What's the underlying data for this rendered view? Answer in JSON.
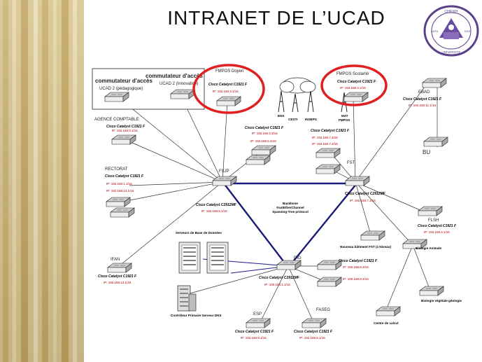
{
  "slide": {
    "title": "INTRANET DE L’UCAD",
    "logo_text": [
      "CHEIKH",
      "ANTA",
      "DIOP",
      "UNIVERSITE"
    ]
  },
  "colors": {
    "ring": "#e02020",
    "backbone": "#1a1a7a",
    "link": "#333333",
    "server_link": "#1a1a8a"
  },
  "diagram": {
    "box": {
      "heading_right": "commutateur d'accès",
      "heading_left": "commutateur d'accès",
      "sub_left": "UCAD 2 (pédagogique)",
      "sub_right": "UCAD 2 (Innovation)"
    },
    "nodes": {
      "fmpos_doyen": {
        "name": "FMPOS Doyen",
        "model": "Cisco Catalyst C1921 F",
        "ip": "IP: 192.168.3.1/16"
      },
      "fmpos_scol": {
        "name": "FMPOS Scolarité",
        "model": "Cisco Catalyst C1921 F",
        "ip": "IP: 192.168.3.1/16"
      },
      "agence": {
        "name": "AGENCE COMPTABLE",
        "model": "Cisco Catalyst C1921 F",
        "ip": "IP: 192.168.0.1/16"
      },
      "rectorat": {
        "name": "RECTORAT",
        "model": "Cisco Catalyst C1921 F",
        "ip1": "IP: 192.168.1.1/16",
        "ip2": "IP: 192.168.13.1/16"
      },
      "fsjp_upper": {
        "model": "Cisco Catalyst C1921 F",
        "ip1": "IP: 192.168.3.3/16",
        "ip2": "IP: 192.168.5.3/16"
      },
      "fsjp": {
        "name": "FSJP",
        "model": "Cisco Catalyst C2912MF",
        "ip": "IP: 192.168.5.1/16"
      },
      "mat": {
        "model": "Cisco Catalyst C1921 F",
        "ip1": "IP: 192.168.7.3/16",
        "ip2": "IP: 192.168.7.3/16"
      },
      "fst": {
        "name": "FST",
        "model": "Cisco Catalyst C2912MF",
        "ip": "IP: 192.168.7.1/16"
      },
      "ebad": {
        "name": "EBAD",
        "model": "Cisco Catalyst C1921 F",
        "ip": "IP: 192.168.11.1/16"
      },
      "bu": {
        "name": "BU"
      },
      "flsh": {
        "name": "FLSH",
        "model": "Cisco Catalyst C1921 F",
        "ip": "IP: 192.168.4.1/16"
      },
      "nouveau": {
        "name": "Nouveau bâtiment FST (1 Niveau)"
      },
      "bio": {
        "name": "Biologie Animale"
      },
      "geo": {
        "name": "Biologie végétale géologie"
      },
      "calcul": {
        "name": "Centre de calcul"
      },
      "dig": {
        "name": "DIG",
        "model": "Cisco Catalyst C2912MF",
        "ip": "IP: 192.168.1.1/16"
      },
      "dig_right": {
        "model": "Cisco Catalyst C1921 F",
        "ip1": "IP: 192.168.8.3/16",
        "ip2": "IP: 192.168.8.3/16"
      },
      "ifan": {
        "name": "IFAN",
        "model": "Cisco Catalyst C1921 F",
        "ip": "IP: 192.168.13.1/16"
      },
      "esp": {
        "name": "ESP",
        "model": "Cisco Catalyst C1921 F",
        "ip": "IP: 192.168.9.1/16"
      },
      "faseg": {
        "name": "FASEG",
        "model": "Cisco Catalyst C1921 F",
        "ip": "IP: 192.168.6.1/16"
      },
      "servers": {
        "name": "Serveurs de Base de Données"
      },
      "controller": {
        "name": "Contrôleur Primaire Serveur DNS"
      }
    },
    "backbone": {
      "line1": "Backbone",
      "line2": "FastEtherChannel",
      "line3": "Spanning-Tree protocol"
    },
    "wan": {
      "labels": [
        "ENS",
        "CESTI",
        "INSEPS",
        "MAT",
        "FMPOS"
      ]
    }
  }
}
